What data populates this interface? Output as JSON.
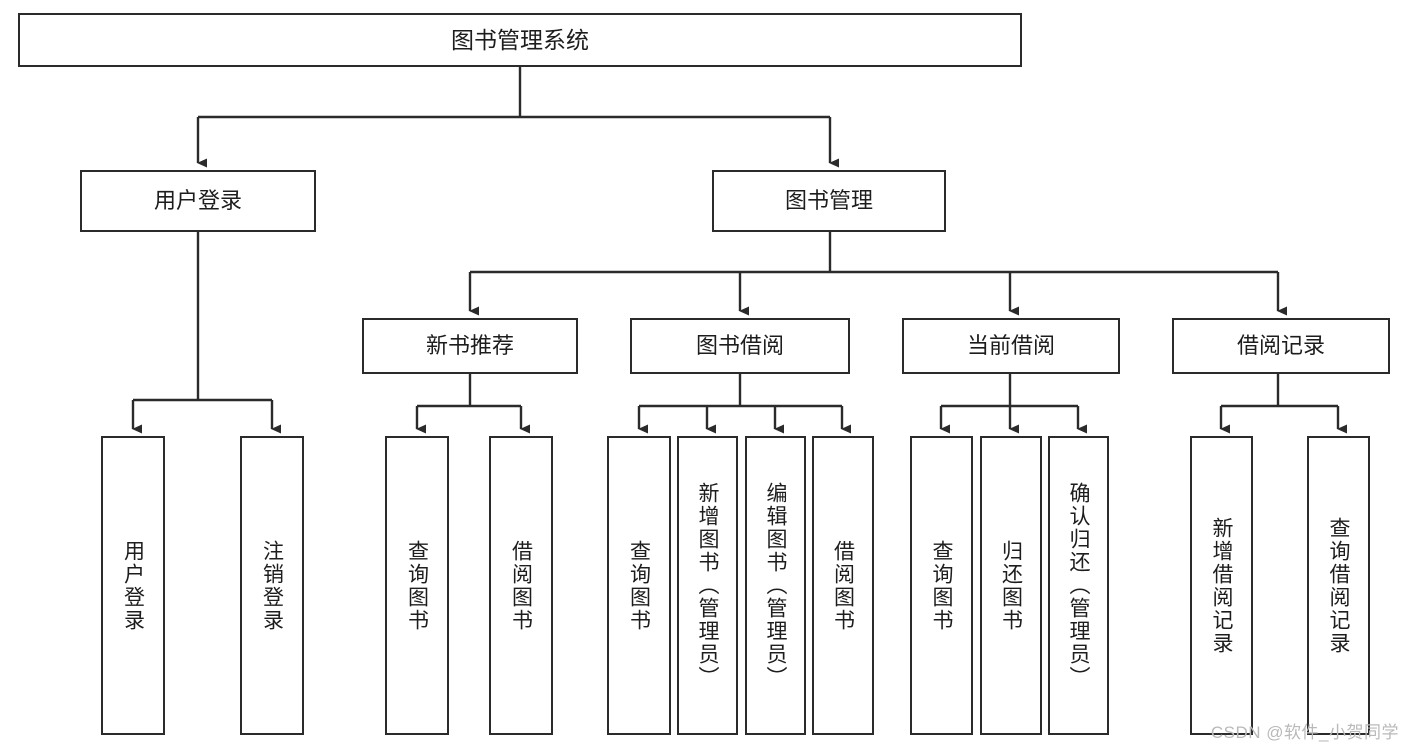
{
  "diagram": {
    "title": "图书管理系统",
    "type": "tree",
    "watermark": "CSDN @软件_小贺同学",
    "colors": {
      "stroke": "#2b2b2b",
      "fill": "#ffffff",
      "text": "#1d1d1d",
      "watermark": "#b9b9b9"
    },
    "nodes": {
      "root": {
        "label": "图书管理系统"
      },
      "level2": [
        {
          "id": "user-login",
          "label": "用户登录"
        },
        {
          "id": "book-manage",
          "label": "图书管理"
        }
      ],
      "level3": [
        {
          "id": "new-book-recommend",
          "label": "新书推荐"
        },
        {
          "id": "book-borrow",
          "label": "图书借阅"
        },
        {
          "id": "current-borrow",
          "label": "当前借阅"
        },
        {
          "id": "borrow-record",
          "label": "借阅记录"
        }
      ],
      "leaves": [
        {
          "id": "leaf-user-login",
          "label": "用户登录",
          "parent": "user-login"
        },
        {
          "id": "leaf-logout",
          "label": "注销登录",
          "parent": "user-login"
        },
        {
          "id": "leaf-query-book-1",
          "label": "查询图书",
          "parent": "new-book-recommend"
        },
        {
          "id": "leaf-borrow-book-1",
          "label": "借阅图书",
          "parent": "new-book-recommend"
        },
        {
          "id": "leaf-query-book-2",
          "label": "查询图书",
          "parent": "book-borrow"
        },
        {
          "id": "leaf-add-book",
          "label": "新增图书（管理员）",
          "parent": "book-borrow"
        },
        {
          "id": "leaf-edit-book",
          "label": "编辑图书（管理员）",
          "parent": "book-borrow"
        },
        {
          "id": "leaf-borrow-book-2",
          "label": "借阅图书",
          "parent": "book-borrow"
        },
        {
          "id": "leaf-query-book-3",
          "label": "查询图书",
          "parent": "current-borrow"
        },
        {
          "id": "leaf-return-book",
          "label": "归还图书",
          "parent": "current-borrow"
        },
        {
          "id": "leaf-confirm-return",
          "label": "确认归还（管理员）",
          "parent": "current-borrow"
        },
        {
          "id": "leaf-add-record",
          "label": "新增借阅记录",
          "parent": "borrow-record"
        },
        {
          "id": "leaf-query-record",
          "label": "查询借阅记录",
          "parent": "borrow-record"
        }
      ]
    }
  }
}
